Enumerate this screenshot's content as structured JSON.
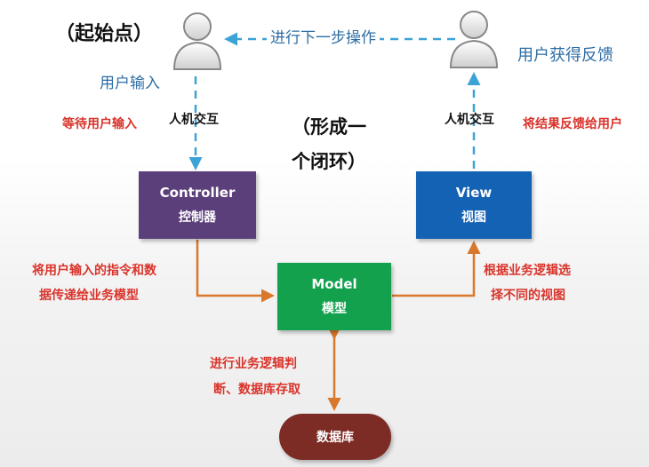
{
  "labels": {
    "start": "（起始点）",
    "next_step": "进行下一步操作",
    "user_input": "用户输入",
    "user_feedback": "用户获得反馈",
    "waiting_input": "等待用户输入",
    "hci_left": "人机交互",
    "hci_right": "人机交互",
    "loop_line1": "（形成一",
    "loop_line2": "个闭环）",
    "feedback_to_user": "将结果反馈给用户",
    "controller_to_model_1": "将用户输入的指令和数",
    "controller_to_model_2": "据传递给业务模型",
    "model_to_view_1": "根据业务逻辑选",
    "model_to_view_2": "择不同的视图",
    "model_db_1": "进行业务逻辑判",
    "model_db_2": "断、数据库存取"
  },
  "nodes": {
    "controller": {
      "title": "Controller",
      "subtitle": "控制器"
    },
    "view": {
      "title": "View",
      "subtitle": "视图"
    },
    "model": {
      "title": "Model",
      "subtitle": "模型"
    },
    "database": {
      "title": "数据库"
    }
  },
  "colors": {
    "controller": "#5b3f7b",
    "view": "#1462b4",
    "model": "#13a14e",
    "database": "#7c2b25",
    "dashed_arrow": "#3ba3d6",
    "solid_arrow": "#d9772a",
    "label_red": "#d9342b",
    "label_blue": "#2e6da4"
  },
  "icons": [
    "user-icon",
    "user-icon"
  ]
}
